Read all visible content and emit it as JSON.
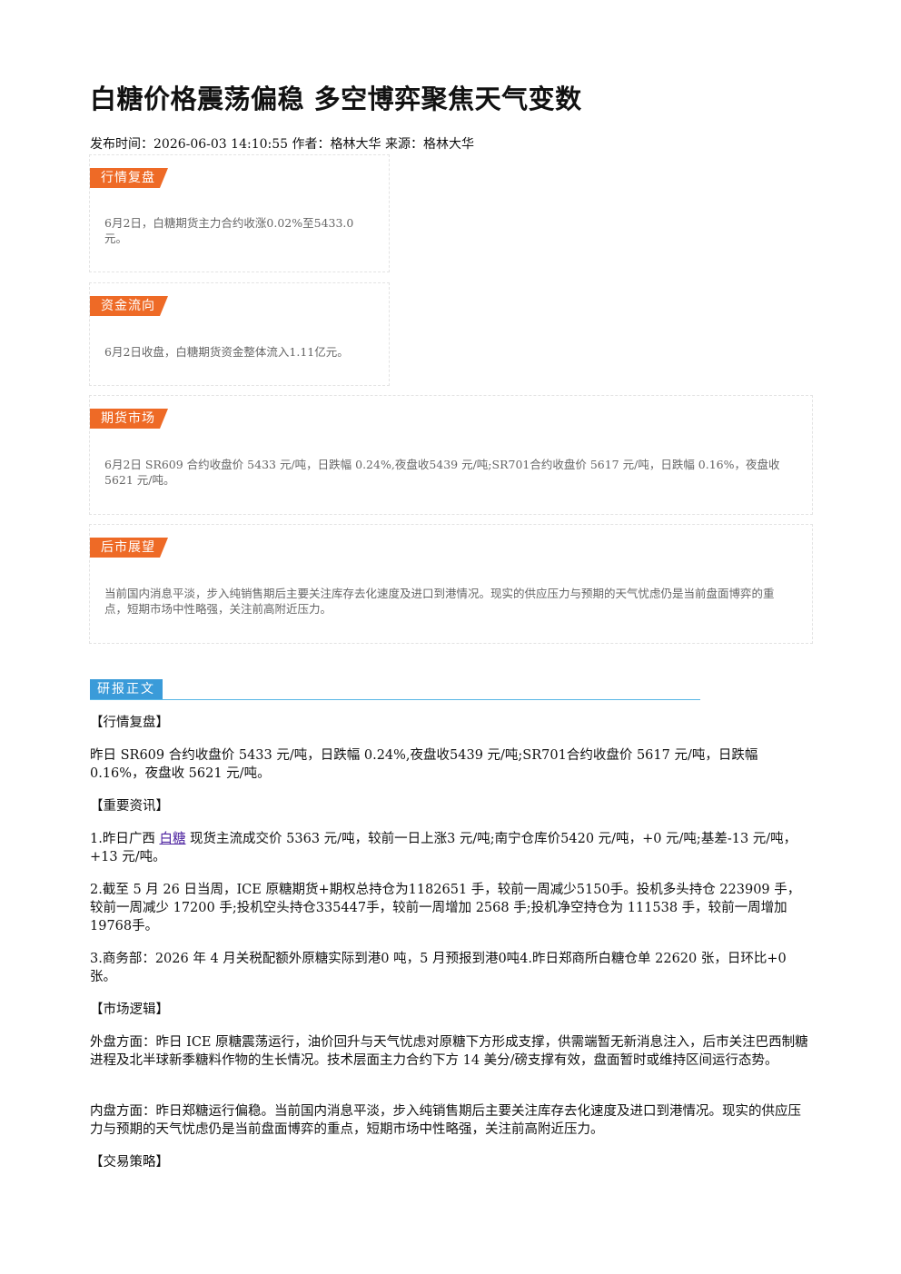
{
  "article": {
    "title": "白糖价格震荡偏稳 多空博弈聚焦天气变数",
    "meta": "发布时间：2026-06-03 14:10:55 作者：格林大华 来源：格林大华"
  },
  "summary_boxes": [
    {
      "tag": "行情复盘",
      "text": "6月2日，白糖期货主力合约收涨0.02%至5433.0元。"
    },
    {
      "tag": "资金流向",
      "text": "6月2日收盘，白糖期货资金整体流入1.11亿元。"
    },
    {
      "tag": "期货市场",
      "text": "6月2日 SR609 合约收盘价 5433 元/吨，日跌幅 0.24%,夜盘收5439 元/吨;SR701合约收盘价 5617 元/吨，日跌幅 0.16%，夜盘收 5621 元/吨。"
    },
    {
      "tag": "后市展望",
      "text": "当前国内消息平淡，步入纯销售期后主要关注库存去化速度及进口到港情况。现实的供应压力与预期的天气忧虑仍是当前盘面博弈的重点，短期市场中性略强，关注前高附近压力。"
    }
  ],
  "report": {
    "section_label": "研报正文",
    "h1": "【行情复盘】",
    "p1": "昨日 SR609 合约收盘价 5433 元/吨，日跌幅 0.24%,夜盘收5439 元/吨;SR701合约收盘价 5617 元/吨，日跌幅 0.16%，夜盘收 5621 元/吨。",
    "h2": "【重要资讯】",
    "p2_pre": "1.昨日广西 ",
    "p2_link": "白糖",
    "p2_post": " 现货主流成交价 5363 元/吨，较前一日上涨3 元/吨;南宁仓库价5420 元/吨，+0 元/吨;基差-13 元/吨，+13 元/吨。",
    "p3": "2.截至 5 月 26 日当周，ICE 原糖期货+期权总持仓为1182651 手，较前一周减少5150手。投机多头持仓 223909 手，较前一周减少 17200 手;投机空头持仓335447手，较前一周增加 2568 手;投机净空持仓为 111538 手，较前一周增加19768手。",
    "p4": "3.商务部：2026 年 4 月关税配额外原糖实际到港0 吨，5 月预报到港0吨4.昨日郑商所白糖仓单 22620 张，日环比+0 张。",
    "h3": "【市场逻辑】",
    "p5": "外盘方面：昨日 ICE 原糖震荡运行，油价回升与天气忧虑对原糖下方形成支撑，供需端暂无新消息注入，后市关注巴西制糖进程及北半球新季糖料作物的生长情况。技术层面主力合约下方 14 美分/磅支撑有效，盘面暂时或维持区间运行态势。",
    "p6": "内盘方面：昨日郑糖运行偏稳。当前国内消息平淡，步入纯销售期后主要关注库存去化速度及进口到港情况。现实的供应压力与预期的天气忧虑仍是当前盘面博弈的重点，短期市场中性略强，关注前高附近压力。",
    "h4": "【交易策略】"
  }
}
